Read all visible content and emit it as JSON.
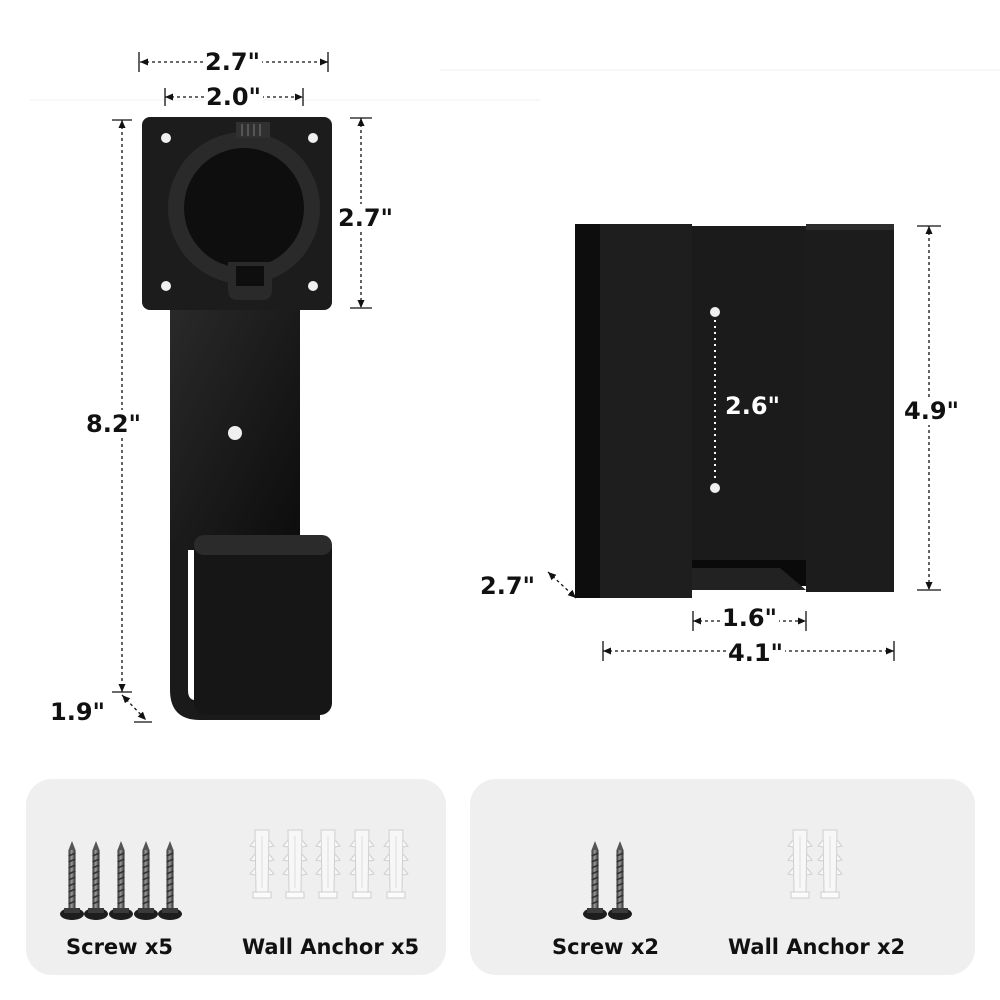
{
  "left_product": {
    "dims": {
      "top_outer": "2.7\"",
      "top_inner": "2.0\"",
      "plate_height": "2.7\"",
      "total_height": "8.2\"",
      "hook_depth": "1.9\""
    }
  },
  "right_product": {
    "dims": {
      "hole_spacing": "2.6\"",
      "height": "4.9\"",
      "depth": "2.7\"",
      "inner_width": "1.6\"",
      "outer_width": "4.1\""
    }
  },
  "accessories": {
    "left": {
      "screw_label": "Screw x5",
      "anchor_label": "Wall Anchor x5"
    },
    "right": {
      "screw_label": "Screw x2",
      "anchor_label": "Wall Anchor x2"
    }
  },
  "colors": {
    "product": "#141414",
    "panel": "#efefef",
    "hardware": "#5a5a5a",
    "anchor": "#f4f4f4"
  }
}
